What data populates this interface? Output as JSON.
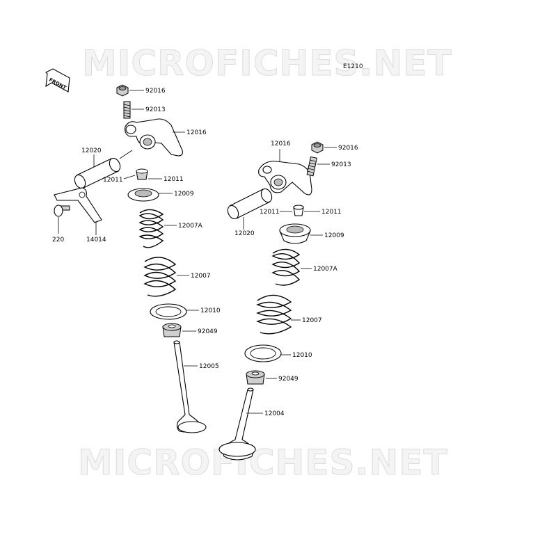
{
  "diagram": {
    "code": "E1210",
    "front_label": "FRONT",
    "watermark": "MICROFICHES.NET",
    "callouts": [
      {
        "id": "c-92016-a",
        "text": "92016"
      },
      {
        "id": "c-92013-a",
        "text": "92013"
      },
      {
        "id": "c-12016-a",
        "text": "12016"
      },
      {
        "id": "c-12020-a",
        "text": "12020"
      },
      {
        "id": "c-12011-a1",
        "text": "12011"
      },
      {
        "id": "c-12011-a2",
        "text": "12011"
      },
      {
        "id": "c-12009-a",
        "text": "12009"
      },
      {
        "id": "c-220",
        "text": "220"
      },
      {
        "id": "c-14014",
        "text": "14014"
      },
      {
        "id": "c-12007a-a",
        "text": "12007A"
      },
      {
        "id": "c-12007-a",
        "text": "12007"
      },
      {
        "id": "c-12010-a",
        "text": "12010"
      },
      {
        "id": "c-92049-a",
        "text": "92049"
      },
      {
        "id": "c-12005",
        "text": "12005"
      },
      {
        "id": "c-12016-b",
        "text": "12016"
      },
      {
        "id": "c-92016-b",
        "text": "92016"
      },
      {
        "id": "c-92013-b",
        "text": "92013"
      },
      {
        "id": "c-12011-b1",
        "text": "12011"
      },
      {
        "id": "c-12011-b2",
        "text": "12011"
      },
      {
        "id": "c-12020-b",
        "text": "12020"
      },
      {
        "id": "c-12009-b",
        "text": "12009"
      },
      {
        "id": "c-12007a-b",
        "text": "12007A"
      },
      {
        "id": "c-12007-b",
        "text": "12007"
      },
      {
        "id": "c-12010-b",
        "text": "12010"
      },
      {
        "id": "c-92049-b",
        "text": "92049"
      },
      {
        "id": "c-12004",
        "text": "12004"
      }
    ]
  }
}
